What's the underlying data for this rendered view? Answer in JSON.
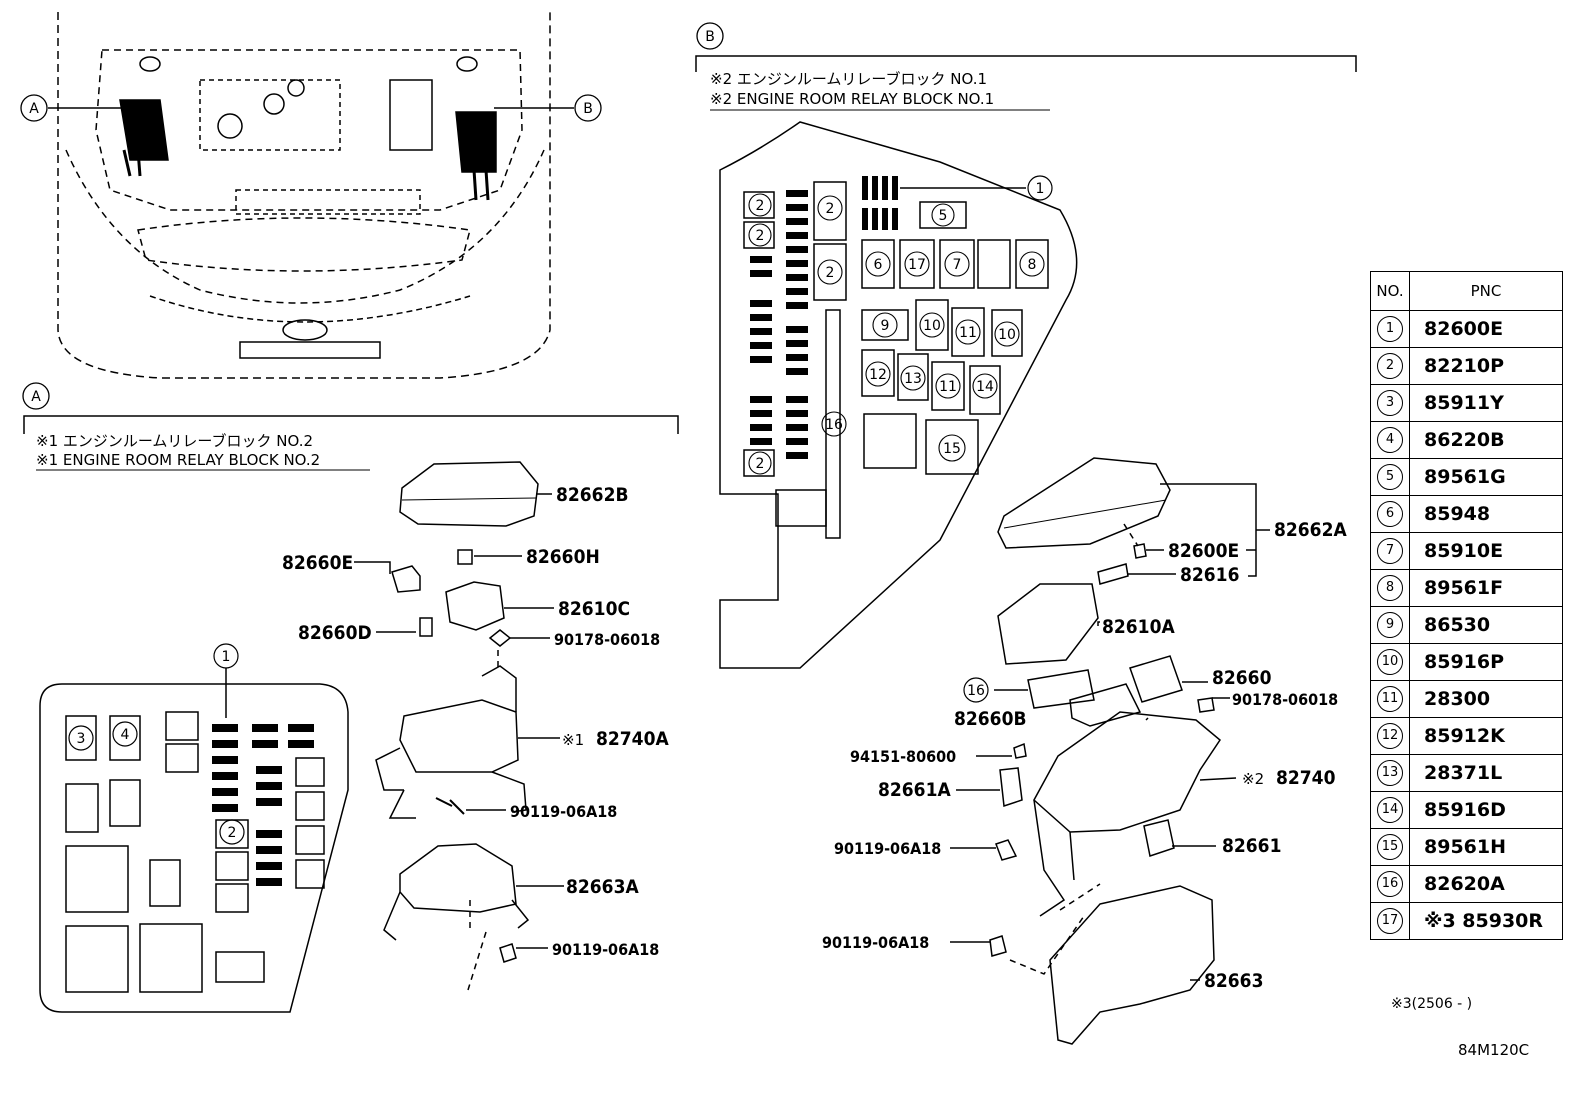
{
  "callouts": {
    "a": "A",
    "b": "B"
  },
  "section_a": {
    "note_ja": "※1 エンジンルームリレーブロック NO.2",
    "note_en": "※1 ENGINE ROOM RELAY BLOCK NO.2",
    "parts": {
      "p1": "82662B",
      "p2": "82660H",
      "p3": "82660E",
      "p4": "82610C",
      "p5": "82660D",
      "p6": "90178-06018",
      "p7": "82740A",
      "p7_ref": "※1",
      "p8": "90119-06A18",
      "p9": "82663A",
      "p10": "90119-06A18"
    },
    "fuse_box_markers": {
      "m1": "3",
      "m2": "4",
      "m3": "2",
      "m4": "1"
    }
  },
  "section_b": {
    "note_ja": "※2 エンジンルームリレーブロック NO.1",
    "note_en": "※2 ENGINE ROOM RELAY BLOCK NO.1",
    "parts": {
      "p1": "82662A",
      "p2": "82600E",
      "p3": "82616",
      "p4": "82610A",
      "p5": "82660",
      "p6": "90178-06018",
      "p7": "82660B",
      "p8": "94151-80600",
      "p9": "82661A",
      "p10": "82740",
      "p10_ref": "※2",
      "p11": "82661",
      "p12": "90119-06A18",
      "p13": "90119-06A18",
      "p14": "82663",
      "p15": "16"
    },
    "fuse_box_markers": {
      "m1": "1",
      "m2": "2",
      "m3": "2",
      "m4": "2",
      "m5": "2",
      "m6": "2",
      "m7": "5",
      "m8": "6",
      "m9": "17",
      "m10": "7",
      "m11": "8",
      "m12": "9",
      "m13": "10",
      "m14": "11",
      "m15": "10",
      "m16": "12",
      "m17": "13",
      "m18": "11",
      "m19": "14",
      "m20": "15",
      "m21": "16"
    }
  },
  "table": {
    "col_no": "NO.",
    "col_pnc": "PNC",
    "rows": [
      {
        "no": "1",
        "pnc": "82600E"
      },
      {
        "no": "2",
        "pnc": "82210P"
      },
      {
        "no": "3",
        "pnc": "85911Y"
      },
      {
        "no": "4",
        "pnc": "86220B"
      },
      {
        "no": "5",
        "pnc": "89561G"
      },
      {
        "no": "6",
        "pnc": "85948"
      },
      {
        "no": "7",
        "pnc": "85910E"
      },
      {
        "no": "8",
        "pnc": "89561F"
      },
      {
        "no": "9",
        "pnc": "86530"
      },
      {
        "no": "10",
        "pnc": "85916P"
      },
      {
        "no": "11",
        "pnc": "28300"
      },
      {
        "no": "12",
        "pnc": "85912K"
      },
      {
        "no": "13",
        "pnc": "28371L"
      },
      {
        "no": "14",
        "pnc": "85916D"
      },
      {
        "no": "15",
        "pnc": "89561H"
      },
      {
        "no": "16",
        "pnc": "82620A"
      },
      {
        "no": "17",
        "pnc": "※3 85930R"
      }
    ]
  },
  "footnote": "※3(2506 -     )",
  "drawing_code": "84M120C"
}
